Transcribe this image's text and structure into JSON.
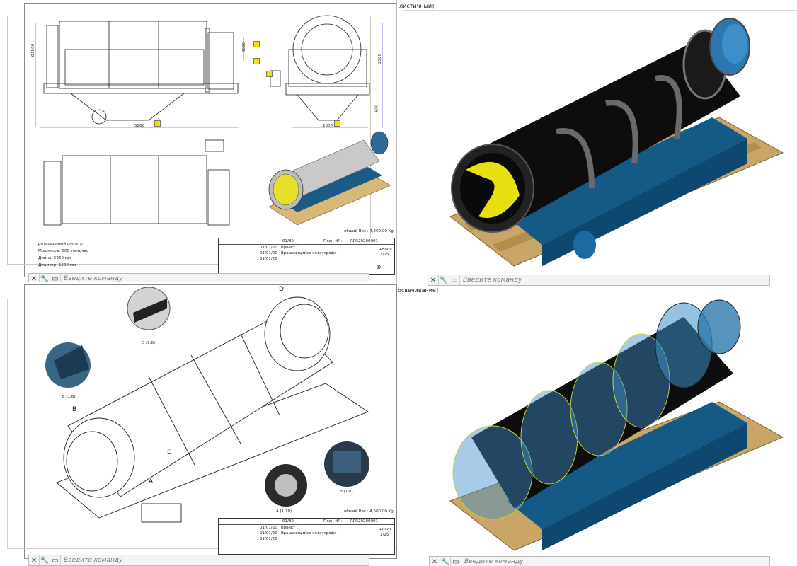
{
  "frag_top": "листичный]",
  "frag_mid": "освечивание]",
  "command_prompt": "Введите команду",
  "q1": {
    "dims": {
      "d1": "Ø1500",
      "d2": "3000",
      "d3": "5260",
      "d4": "2500",
      "d5": "600",
      "d6": "1800"
    },
    "notes": [
      "ротационный фильтр",
      "Мощность: 500 тонн/час",
      "Длина: 5260 мм",
      "Диаметр: 1500 мм"
    ],
    "weight": "общий Вес : 4,500.00 Kg",
    "sheet": "A3",
    "title": {
      "sheet_no": "01/80",
      "plan": "План N° :",
      "plan_no": "RPR20200001",
      "project": "проект :",
      "name": "Вращающийся катаэтрофа",
      "scale_label": "шкала",
      "scale": "1/25",
      "dates": [
        "01/01/20",
        "01/01/20",
        "01/01/20"
      ]
    }
  },
  "q3": {
    "labels": {
      "a": "A",
      "b": "B",
      "d": "D",
      "e": "E"
    },
    "details": {
      "d": "D (1:8)",
      "e": "E (1:8)",
      "a": "A (1:10)",
      "b": "B (1:8)"
    },
    "weight": "общий Вес : 4,500.00 Kg",
    "sheet": "A3",
    "title": {
      "sheet_no": "01/80",
      "plan": "План N° :",
      "plan_no": "RPR20200001",
      "project": "проект :",
      "name": "Вращающийся катаэтрофа",
      "scale_label": "шкала",
      "scale": "1/25",
      "dates": [
        "01/01/20",
        "01/01/20",
        "01/01/20"
      ]
    }
  },
  "colors": {
    "base": "#135a87",
    "drum": "#0d0d0d",
    "pallet": "#c9a567",
    "yellow": "#e8df10",
    "glass": "#3d8fc9"
  }
}
